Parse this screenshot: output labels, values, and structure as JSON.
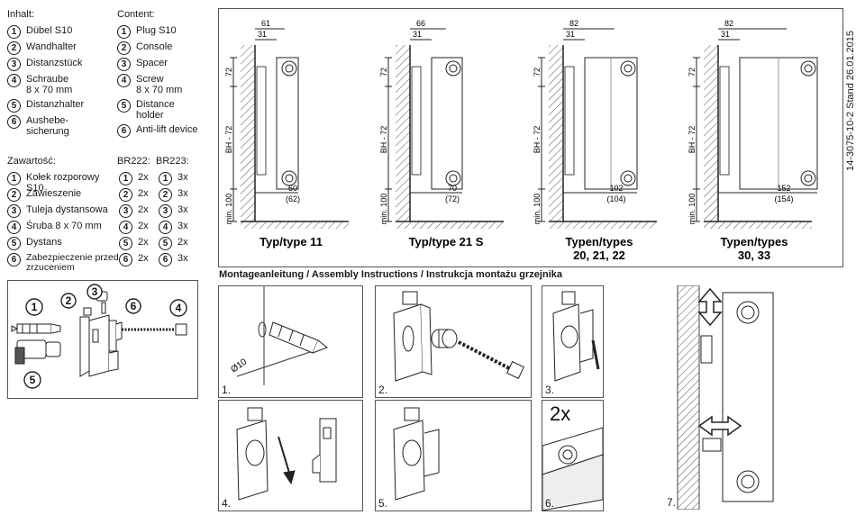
{
  "legend": {
    "de": {
      "title": "Inhalt:",
      "items": [
        {
          "n": "1",
          "label": "Dübel S10"
        },
        {
          "n": "2",
          "label": "Wandhalter"
        },
        {
          "n": "3",
          "label": "Distanzstück"
        },
        {
          "n": "4",
          "label": "Schraube\n8 x 70 mm"
        },
        {
          "n": "5",
          "label": "Distanzhalter"
        },
        {
          "n": "6",
          "label": "Aushebe-\nsicherung"
        }
      ]
    },
    "en": {
      "title": "Content:",
      "items": [
        {
          "n": "1",
          "label": "Plug S10"
        },
        {
          "n": "2",
          "label": "Console"
        },
        {
          "n": "3",
          "label": "Spacer"
        },
        {
          "n": "4",
          "label": "Screw\n8 x 70 mm"
        },
        {
          "n": "5",
          "label": "Distance\nholder"
        },
        {
          "n": "6",
          "label": "Anti-lift device"
        }
      ]
    },
    "pl": {
      "title": "Zawartość:",
      "col_br222": "BR222:",
      "col_br223": "BR223:",
      "items": [
        {
          "n": "1",
          "label": "Kołek rozporowy S10",
          "br222": "2x",
          "br223": "3x"
        },
        {
          "n": "2",
          "label": "Zawieszenie",
          "br222": "2x",
          "br223": "3x"
        },
        {
          "n": "3",
          "label": "Tuleja dystansowa",
          "br222": "2x",
          "br223": "3x"
        },
        {
          "n": "4",
          "label": "Śruba 8 x 70 mm",
          "br222": "2x",
          "br223": "3x"
        },
        {
          "n": "5",
          "label": "Dystans",
          "br222": "2x",
          "br223": "2x"
        },
        {
          "n": "6",
          "label": "Zabezpieczenie przed\nzrzuceniem",
          "br222": "2x",
          "br223": "3x"
        }
      ]
    }
  },
  "parts_box": {
    "labels": [
      "1",
      "2",
      "3",
      "6",
      "4",
      "5"
    ]
  },
  "types": [
    {
      "dim_top": "61",
      "dim_mid": "31",
      "dim_bottom": "60",
      "dim_bottom2": "(62)",
      "caption": "Typ/type 11"
    },
    {
      "dim_top": "66",
      "dim_mid": "31",
      "dim_bottom": "70",
      "dim_bottom2": "(72)",
      "caption": "Typ/type 21 S"
    },
    {
      "dim_top": "82",
      "dim_mid": "31",
      "dim_bottom": "102",
      "dim_bottom2": "(104)",
      "caption": "Typen/types\n20, 21, 22"
    },
    {
      "dim_top": "82",
      "dim_mid": "31",
      "dim_bottom": "152",
      "dim_bottom2": "(154)",
      "caption": "Typen/types\n30, 33"
    }
  ],
  "side_dims": {
    "top": "72",
    "mid": "BH - 72",
    "bottom": "min. 100"
  },
  "doc_stamp": "14-3075-10-2   Stand 26.01.2015",
  "assembly": {
    "title": "Montageanleitung / Assembly Instructions / Instrukcja montażu grzejnika",
    "steps": [
      "1.",
      "2.",
      "3.",
      "4.",
      "5.",
      "6.",
      "7."
    ],
    "step1_dim": "Ø10",
    "step6_label": "2x"
  }
}
